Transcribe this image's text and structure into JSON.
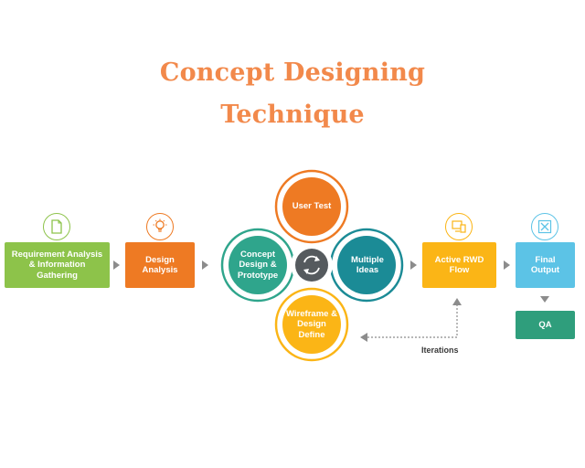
{
  "title": {
    "line1": "Concept Designing",
    "line2": "Technique"
  },
  "steps": {
    "requirement": "Requirement Analysis & Information Gathering",
    "design_analysis": "Design Analysis",
    "active_rwd": "Active RWD Flow",
    "final_output": "Final Output",
    "qa": "QA"
  },
  "petals": {
    "user_test": "User Test",
    "concept_design": "Concept Design & Prototype",
    "multiple_ideas": "Multiple Ideas",
    "wireframe": "Wireframe & Design Define"
  },
  "iterations_label": "Iterations",
  "colors": {
    "title": "#f2894b",
    "green": "#8dc34a",
    "orange": "#ee7a23",
    "teal": "#2fa58c",
    "dark_teal": "#1b8b96",
    "yellow": "#fbb516",
    "light_blue": "#5cc3e6",
    "qa_green": "#2f9e7c",
    "center": "#555a5e"
  },
  "icons": {
    "requirement": "document-icon",
    "design_analysis": "lightbulb-icon",
    "active_rwd": "devices-icon",
    "final_output": "tools-icon",
    "center": "refresh-cycle-icon"
  }
}
